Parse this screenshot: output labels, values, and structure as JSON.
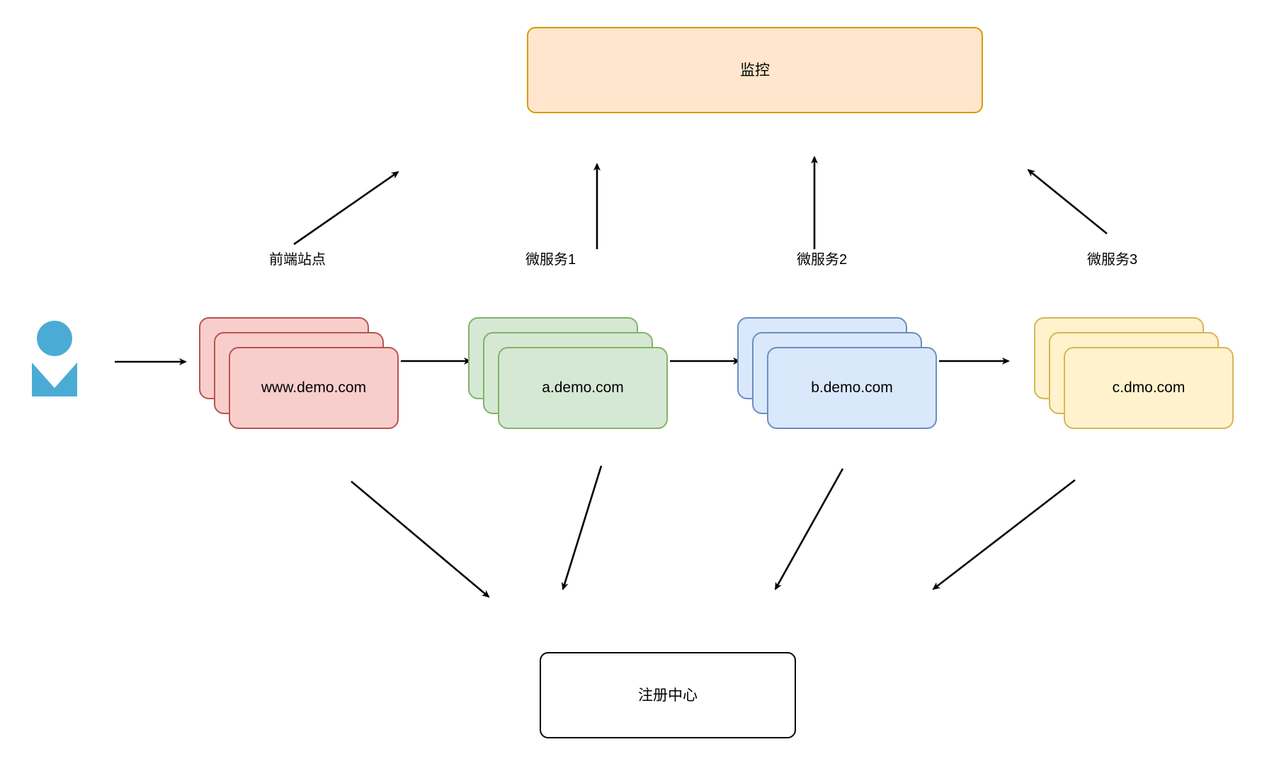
{
  "diagram": {
    "title_nodes": {
      "monitor": {
        "label": "监控"
      },
      "registry": {
        "label": "注册中心"
      }
    },
    "actor": {
      "name": "user-actor",
      "color": "#4aacd4"
    },
    "edge_labels": [
      {
        "id": "frontend",
        "label": "前端站点"
      },
      {
        "id": "ms1",
        "label": "微服务1"
      },
      {
        "id": "ms2",
        "label": "微服务2"
      },
      {
        "id": "ms3",
        "label": "微服务3"
      }
    ],
    "service_stacks": [
      {
        "id": "www",
        "label": "www.demo.com",
        "fill": "#f8cecc",
        "stroke": "#b85450",
        "copies": 3
      },
      {
        "id": "a",
        "label": "a.demo.com",
        "fill": "#d5e8d4",
        "stroke": "#82b366",
        "copies": 3
      },
      {
        "id": "b",
        "label": "b.demo.com",
        "fill": "#dae8fc",
        "stroke": "#6c8ebf",
        "copies": 3
      },
      {
        "id": "c",
        "label": "c.dmo.com",
        "fill": "#fff2cc",
        "stroke": "#d6b656",
        "copies": 3
      }
    ],
    "colors": {
      "monitor_fill": "#ffe6cc",
      "monitor_stroke": "#d79b00",
      "registry_fill": "#ffffff",
      "registry_stroke": "#000000",
      "arrow": "#000000",
      "background": "#ffffff"
    }
  }
}
